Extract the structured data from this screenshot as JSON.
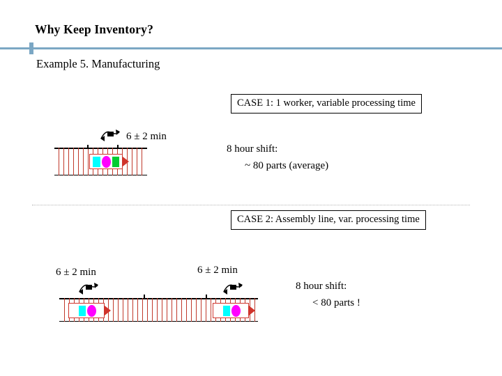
{
  "slide": {
    "title": "Why Keep Inventory?",
    "subtitle": "Example 5. Manufacturing"
  },
  "case1": {
    "box_label": "CASE 1: 1 worker, variable processing time",
    "processing_time": "6 ± 2 min",
    "shift_text": "8 hour shift:",
    "output_text": "~ 80 parts (average)"
  },
  "case2": {
    "box_label": "CASE 2: Assembly line, var. processing time",
    "processing_time_left": "6 ± 2 min",
    "processing_time_mid": "6 ± 2 min",
    "shift_text": "8 hour shift:",
    "output_text": "< 80 parts !"
  },
  "icons": {
    "worker": "worker-icon",
    "machine": "machine-icon",
    "conveyor": "conveyor-icon"
  },
  "colors": {
    "rule": "#7ba7c4",
    "machine_outline": "#d0342c",
    "chip_cyan": "#00ffff",
    "chip_magenta": "#ff00ff",
    "chip_green": "#00cc33",
    "text": "#000000"
  }
}
